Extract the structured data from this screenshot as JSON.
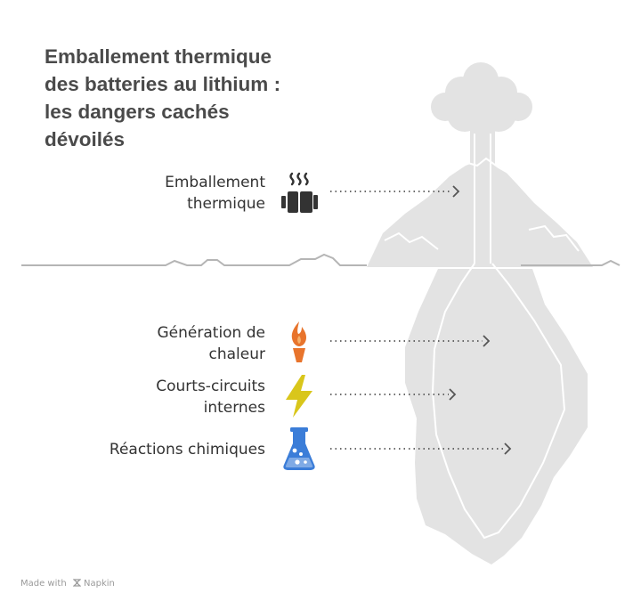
{
  "title_lines": [
    "Emballement thermique",
    "des batteries au lithium :",
    "les dangers cachés",
    "dévoilés"
  ],
  "items": [
    {
      "lines": [
        "Emballement",
        "thermique"
      ],
      "icon": "hot-battery-icon",
      "color": "#333333"
    },
    {
      "lines": [
        "Génération de",
        "chaleur"
      ],
      "icon": "torch-flame-icon",
      "color": "#e8742c"
    },
    {
      "lines": [
        "Courts-circuits",
        "internes"
      ],
      "icon": "lightning-icon",
      "color": "#d9c61b"
    },
    {
      "lines": [
        "Réactions chimiques"
      ],
      "icon": "flask-icon",
      "color": "#3b7dd8"
    }
  ],
  "footer": {
    "prefix": "Made with",
    "brand": "Napkin"
  },
  "colors": {
    "volcano": "#e3e3e3",
    "ground": "#b5b5b5",
    "arrow": "#555555"
  }
}
